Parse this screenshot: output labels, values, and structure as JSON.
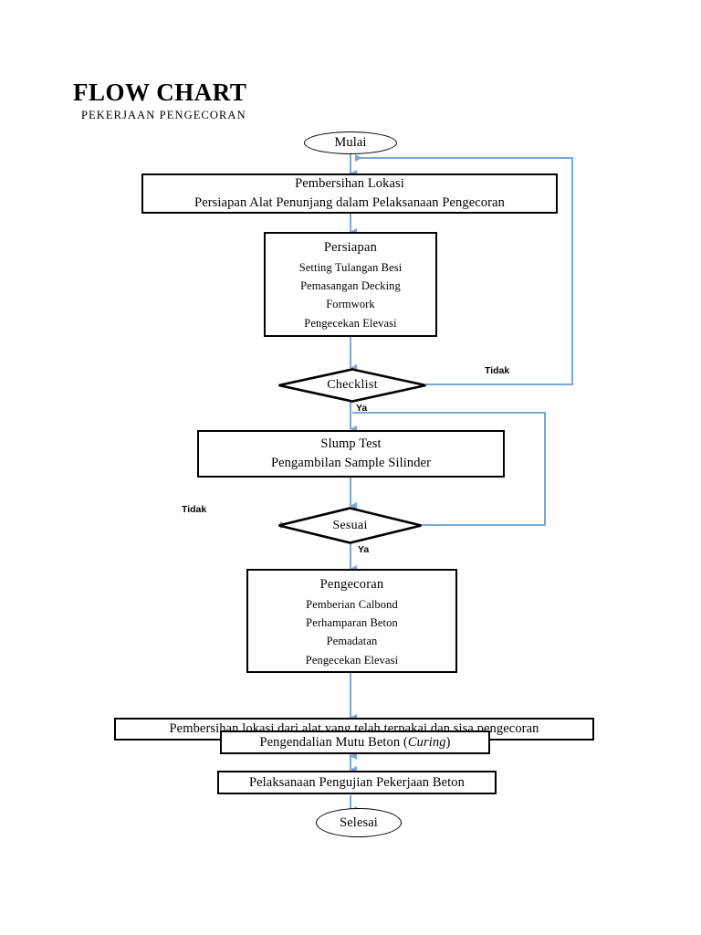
{
  "header": {
    "title": "FLOW CHART",
    "subtitle": "PEKERJAAN PENGECORAN"
  },
  "colors": {
    "connector": "#7ba7d7",
    "shape_border": "#000000",
    "background": "#ffffff",
    "text": "#000000"
  },
  "chart_data": {
    "type": "diagram",
    "title": "FLOW CHART",
    "subtitle": "PEKERJAAN PENGECORAN",
    "nodes": [
      {
        "id": "start",
        "shape": "oval",
        "lines": [
          "Mulai"
        ]
      },
      {
        "id": "cleanup1",
        "shape": "rect",
        "lines": [
          "Pembersihan Lokasi",
          "Persiapan Alat Penunjang dalam Pelaksanaan Pengecoran"
        ]
      },
      {
        "id": "persiapan",
        "shape": "rect",
        "heading": "Persiapan",
        "lines": [
          "Setting Tulangan Besi",
          "Pemasangan Decking",
          "Formwork",
          "Pengecekan Elevasi"
        ]
      },
      {
        "id": "checklist",
        "shape": "diamond",
        "lines": [
          "Checklist"
        ]
      },
      {
        "id": "slump",
        "shape": "rect",
        "lines": [
          "Slump Test",
          "Pengambilan Sample Silinder"
        ]
      },
      {
        "id": "sesuai",
        "shape": "diamond",
        "lines": [
          "Sesuai"
        ]
      },
      {
        "id": "pengecoran",
        "shape": "rect",
        "heading": "Pengecoran",
        "lines": [
          "Pemberian Calbond",
          "Perhamparan Beton",
          "Pemadatan",
          "Pengecekan Elevasi"
        ]
      },
      {
        "id": "cleanup2",
        "shape": "rect",
        "lines": [
          "Pembersihan lokasi dari alat yang telah terpakai dan sisa pengecoran"
        ]
      },
      {
        "id": "curing",
        "shape": "rect",
        "lines": [
          "Pengendalian Mutu Beton (Curing)"
        ]
      },
      {
        "id": "pengujian",
        "shape": "rect",
        "lines": [
          "Pelaksanaan Pengujian Pekerjaan Beton"
        ]
      },
      {
        "id": "end",
        "shape": "oval",
        "lines": [
          "Selesai"
        ]
      }
    ],
    "edge_labels": [
      {
        "id": "checklist-tidak",
        "text": "Tidak",
        "from": "checklist"
      },
      {
        "id": "checklist-ya",
        "text": "Ya",
        "from": "checklist"
      },
      {
        "id": "sesuai-tidak",
        "text": "Tidak",
        "from": "sesuai"
      },
      {
        "id": "sesuai-ya",
        "text": "Ya",
        "from": "sesuai"
      }
    ]
  },
  "nodes": {
    "start": {
      "label": "Mulai"
    },
    "cleanup1": {
      "line1": "Pembersihan Lokasi",
      "line2": "Persiapan Alat Penunjang dalam Pelaksanaan Pengecoran"
    },
    "persiapan": {
      "heading": "Persiapan",
      "item1": "Setting Tulangan Besi",
      "item2": "Pemasangan Decking",
      "item3": "Formwork",
      "item4": "Pengecekan Elevasi"
    },
    "checklist": {
      "label": "Checklist"
    },
    "slump": {
      "line1": "Slump Test",
      "line2": "Pengambilan Sample Silinder"
    },
    "sesuai": {
      "label": "Sesuai"
    },
    "pengecoran": {
      "heading": "Pengecoran",
      "item1": "Pemberian Calbond",
      "item2": "Perhamparan Beton",
      "item3": "Pemadatan",
      "item4": "Pengecekan Elevasi"
    },
    "cleanup2": {
      "label": "Pembersihan lokasi dari alat yang telah terpakai dan sisa pengecoran"
    },
    "curing": {
      "prefix": "Pengendalian Mutu Beton (",
      "emphasis": "Curing",
      "suffix": ")"
    },
    "pengujian": {
      "label": "Pelaksanaan Pengujian Pekerjaan Beton"
    },
    "end": {
      "label": "Selesai"
    }
  },
  "labels": {
    "checklist_tidak": "Tidak",
    "checklist_ya": "Ya",
    "sesuai_tidak": "Tidak",
    "sesuai_ya": "Ya"
  }
}
